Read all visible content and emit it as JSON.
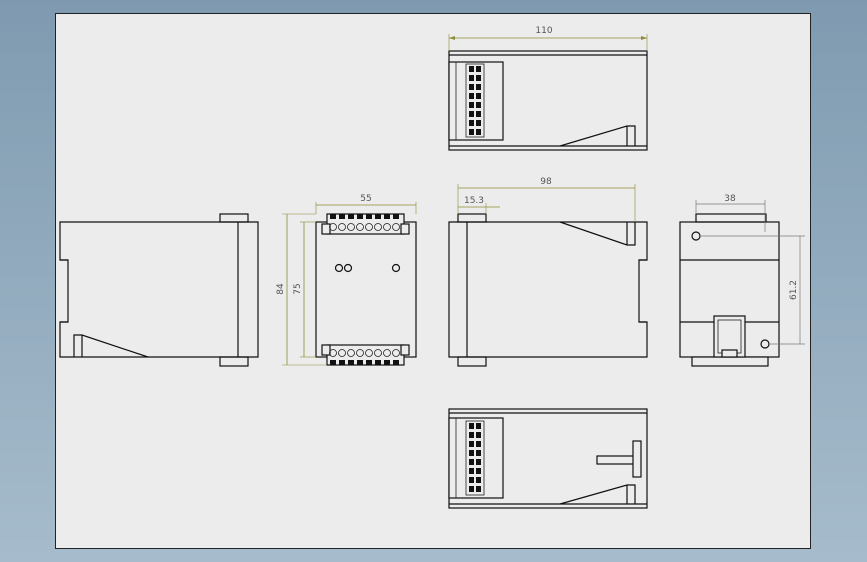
{
  "drawing": {
    "dimensions": {
      "top_width": "110",
      "front_depth": "98",
      "front_offset": "15.3",
      "side_width": "55",
      "side_height_outer": "84",
      "side_height_inner": "75",
      "right_width": "38",
      "right_hole_spacing": "61.2"
    }
  },
  "colors": {
    "background": "#8fa8bc",
    "sheet": "#ececec",
    "outline": "#111111",
    "dimension_line": "#8c8c3a"
  }
}
